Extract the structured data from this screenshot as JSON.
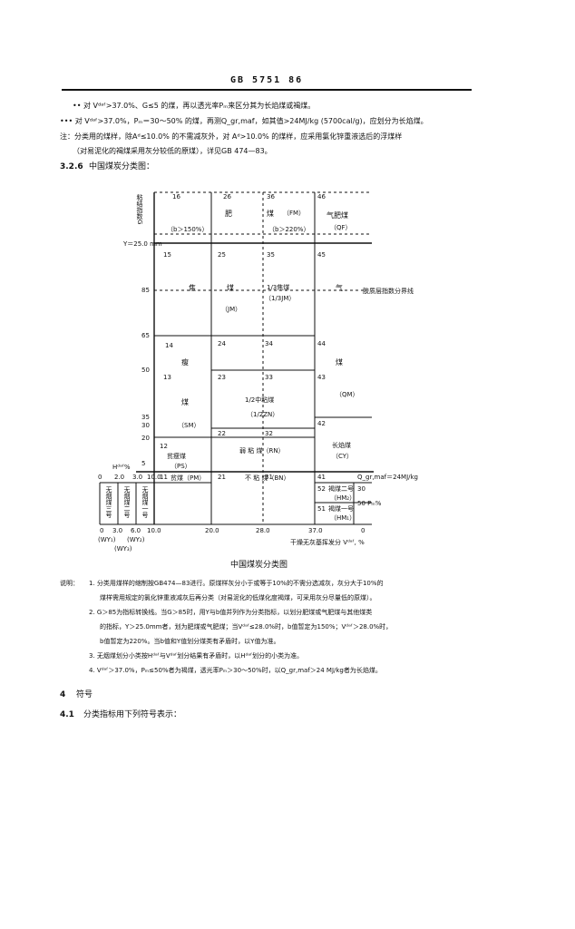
{
  "header": {
    "code": "GB 5751   86"
  },
  "notes_top": [
    "•• 对 Vᵈᵃᶠ>37.0%、G≤5 的煤，再以透光率Pₘ来区分其为长焰煤或褐煤。",
    "••• 对 Vᵈᵃᶠ>37.0%，Pₘ＝30～50% 的煤，再测Q_gr,maf，如其值>24MJ/kg (5700cal/g)，应划分为长焰煤。",
    "注：分类用的煤样，除Aᵈ≤10.0% 的不需减灰外，对 Aᵈ>10.0% 的煤样，应采用氯化锌重液选后的浮煤样",
    "（对易泥化的褐煤采用灰分较低的原煤），详见GB 474—83。"
  ],
  "section": {
    "number": "3.2.6",
    "title": "中国煤炭分类图："
  },
  "figure": {
    "caption": "中国煤炭分类图",
    "y_axis_label": "粘结指数G",
    "g_ticks": [
      "85",
      "65",
      "50",
      "35",
      "30",
      "20",
      "5"
    ],
    "hdaf_label": "Hᵈᵃᶠ%",
    "y_label": "Y＝25.0 mm",
    "x_ticks": [
      "0",
      "2.0",
      "3.0",
      "10.0",
      "20.0",
      "28.0",
      "37.0",
      "0"
    ],
    "x_ticks_lower": [
      "0",
      "3.0",
      "6.0",
      "10.0"
    ],
    "wy_labels": [
      "(WY₁)",
      "(WY₂)",
      "(WY₃)"
    ],
    "x_axis_label": "干燥无灰基挥发分 Vᵈᵃᶠ, %",
    "parting_label": "胶质层指数分界线",
    "qgr_label": "Q_gr,maf＝24MJ/kg",
    "pm_label": "50  Pₘ%",
    "pm_zero": "0",
    "cells": {
      "c16": "16",
      "c26": "26",
      "c36": "36",
      "c46": "46",
      "c15": "15",
      "c25": "25",
      "c35": "35",
      "c45": "45",
      "c14": "14",
      "c24": "24",
      "c34": "34",
      "c44": "44",
      "c13": "13",
      "c23": "23",
      "c33": "33",
      "c43": "43",
      "c42": "42",
      "c22": "22",
      "c32": "32",
      "c12": "12",
      "c11": "11",
      "c21": "21",
      "c31": "31",
      "c41": "41",
      "c52": "52",
      "c51": "51",
      "c30": "30",
      "c0": "0"
    },
    "names": {
      "fei_top": "肥",
      "fei_mei": "煤",
      "fm_code": "（FM）",
      "b150": "（b＞150%）",
      "b220": "（b＞220%）",
      "qfm": "气肥煤",
      "qf_code": "（QF）",
      "jiao": "焦",
      "jiao_mei": "煤",
      "jm_code": "（JM）",
      "sjm": "1/3焦煤",
      "sjm_code": "（1/3JM）",
      "qi": "气",
      "shou": "瘦",
      "shou_mei": "煤",
      "sm_code": "（SM）",
      "zn": "1/2中粘煤",
      "zn_code": "（1/2ZN）",
      "qm_mei": "煤",
      "qm_code": "（QM）",
      "rn": "弱   粘   煤（RN）",
      "cy": "长焰煤",
      "cy_code": "（CY）",
      "ps": "贫瘦煤",
      "ps_code": "（PS）",
      "pm": "贫煤（PM）",
      "bn": "不   粘   煤（BN）",
      "hm2": "褐煤二号",
      "hm2_code": "（HM₂）",
      "hm1": "褐煤一号",
      "hm1_code": "（HM₁）",
      "wy1": "无烟煤一号",
      "wy2": "无烟煤二号",
      "wy3": "无烟煤三号"
    }
  },
  "explanations": {
    "head": "说明：",
    "items": [
      "1. 分类用煤样的缩制按GB474—83进行。原煤样灰分小于或等于10%的不需分选减灰，灰分大于10%的",
      "煤样需用规定的氯化锌重液减灰后再分类（对易泥化的低煤化度褐煤，可采用灰分尽量低的原煤）。",
      "2. G＞85为指标转换线。当G＞85时，用Y与b值并列作为分类指标，以划分肥煤或气肥煤与其他煤类",
      "的指标，Y＞25.0mm者，划为肥煤或气肥煤；当Vᵈᵃᶠ≤28.0%时，b值暂定为150%；Vᵈᵃᶠ＞28.0%时，",
      "b值暂定为220%。当b值和Y值划分煤类有矛盾时，以Y值为准。",
      "3. 无烟煤划分小类按Hᵈᵃᶠ与Vᵈᵃᶠ划分结果有矛盾时，以Hᵈᵃᶠ划分的小类为准。",
      "4. Vᵈᵃᶠ＞37.0%，Pₘ≤50%者为褐煤，透光率Pₘ＞30～50%时，以Q_gr,maf＞24 MJ/kg者为长焰煤。"
    ]
  },
  "section4": {
    "number": "4",
    "title": "符号"
  },
  "section41": {
    "number": "4.1",
    "title": "分类指标用下列符号表示："
  }
}
